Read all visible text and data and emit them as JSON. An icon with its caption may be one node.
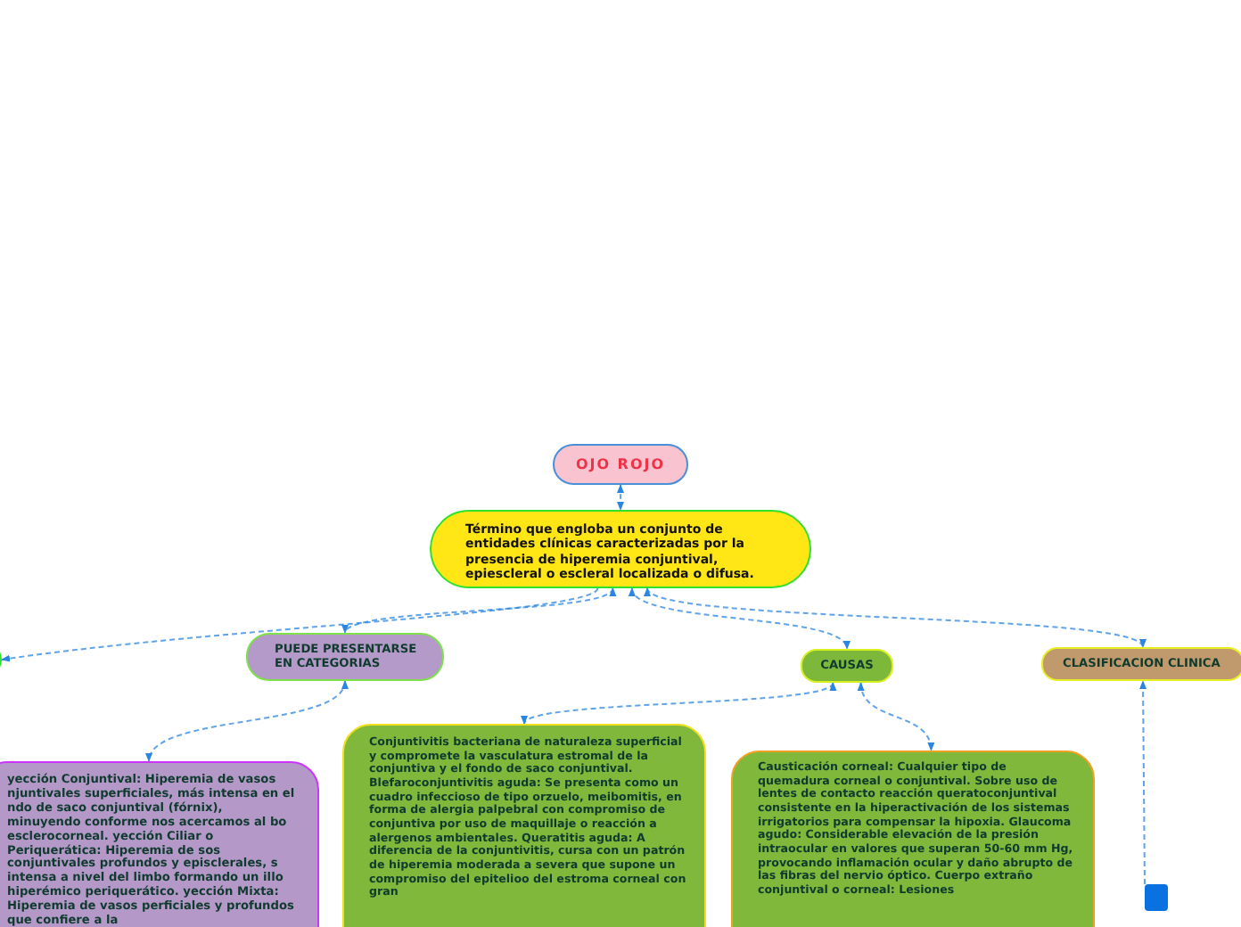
{
  "diagram": {
    "nodes": [
      {
        "text": [
          "OJO ROJO"
        ]
      },
      {
        "text": [
          "Término que engloba un conjunto de entidades clínicas caracterizadas por la presencia de hiperemia conjuntival, epiescleral o escleral  localizada o difusa."
        ]
      },
      {
        "text": [],
        "shape": "box"
      },
      {
        "text": [
          "PUEDE PRESENTARSE EN CATEGORIAS"
        ]
      },
      {
        "text": [
          "CAUSAS"
        ]
      },
      {
        "text": [
          "CLASIFICACION CLINICA"
        ]
      },
      {
        "text": [
          "yección Conjuntival: Hiperemia de vasos njuntivales superficiales, más intensa en el ndo de saco conjuntival (fórnix), minuyendo conforme nos acercamos al bo esclerocorneal. yección Ciliar o Periquerática: Hiperemia de sos conjuntivales profundos y episclerales, s intensa a nivel del limbo formando un illo hiperémico periquerático. yección Mixta: Hiperemia de vasos perficiales y profundos que confiere a la"
        ]
      },
      {
        "text": [
          "Conjuntivitis bacteriana de naturaleza superficial y compromete la vasculatura estromal de la conjuntiva y el fondo de saco conjuntival. Blefaroconjuntivitis aguda: Se presenta como un cuadro infeccioso de tipo orzuelo, meibomitis, en forma de alergia palpebral con compromiso de conjuntiva por uso de maquillaje o reacción a alergenos ambientales. Queratitis aguda: A diferencia de la conjuntivitis, cursa con un patrón de hiperemia moderada a severa que supone un compromiso del epitelioo del estroma corneal con gran"
        ]
      },
      {
        "text": [
          "Causticación corneal: Cualquier tipo de quemadura corneal o conjuntival. Sobre uso de lentes de contacto reacción queratoconjuntival consistente en la hiperactivación de los sistemas irrigatorios para compensar la hipoxia. Glaucoma agudo: Considerable elevación de la presión intraocular en valores que superan 50-60 mm Hg, provocando inflamación ocular y daño abrupto de las fibras del nervio óptico. Cuerpo extraño conjuntival o corneal: Lesiones"
        ]
      },
      {
        "text": [],
        "shape": "box"
      }
    ],
    "edges": [
      {
        "from": 0,
        "to": 1,
        "arrow": "both",
        "style": "dashed"
      },
      {
        "from": 1,
        "to": 2,
        "arrow": "to",
        "style": "dashed"
      },
      {
        "from": 1,
        "to": 3,
        "arrow": "both",
        "style": "dashed"
      },
      {
        "from": 1,
        "to": 4,
        "arrow": "both",
        "style": "dashed"
      },
      {
        "from": 1,
        "to": 5,
        "arrow": "both",
        "style": "dashed"
      },
      {
        "from": 3,
        "to": 6,
        "arrow": "both",
        "style": "dashed"
      },
      {
        "from": 4,
        "to": 7,
        "arrow": "both",
        "style": "dashed"
      },
      {
        "from": 4,
        "to": 8,
        "arrow": "both",
        "style": "dashed"
      },
      {
        "from": 9,
        "to": 5,
        "arrow": "to",
        "style": "dashed"
      }
    ]
  }
}
